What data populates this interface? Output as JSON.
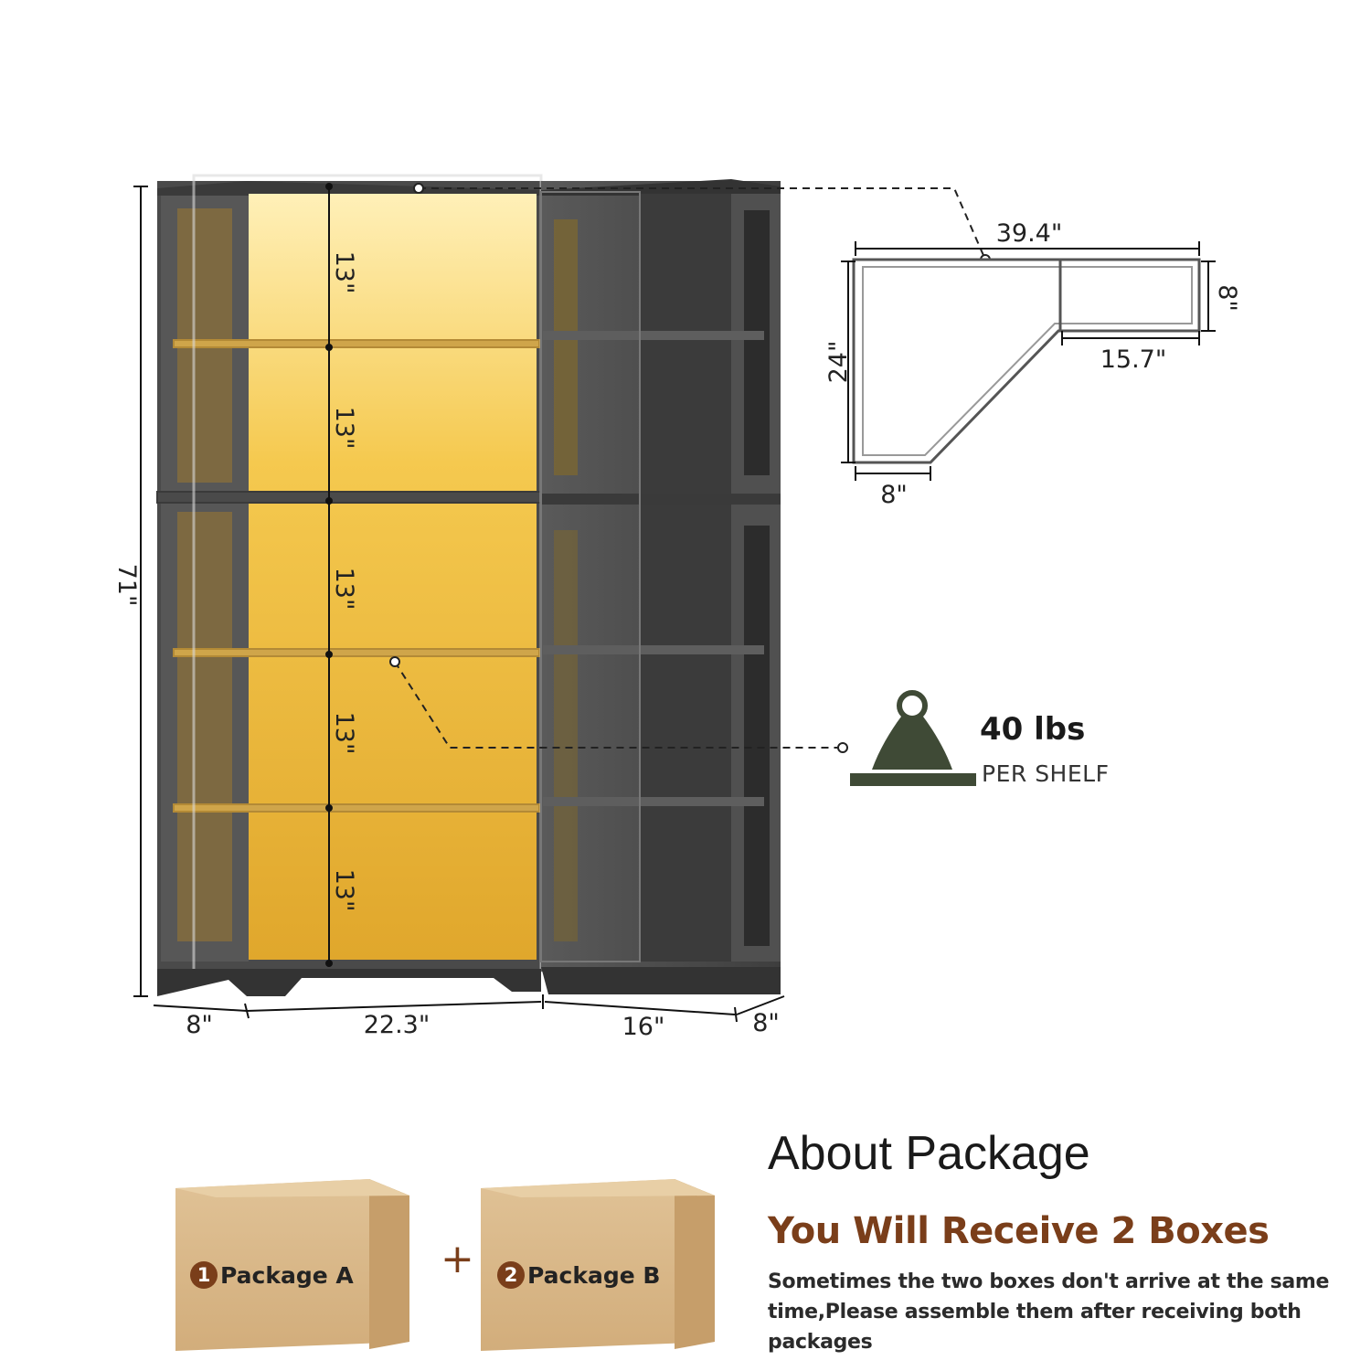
{
  "dimensions": {
    "total_height": "71\"",
    "shelf_height": "13\"",
    "base_left_side": "8\"",
    "base_front": "22.3\"",
    "base_right_front": "16\"",
    "base_right_side": "8\"",
    "top_total_width": "39.4\"",
    "top_right_depth": "8\"",
    "top_right_inner": "15.7\"",
    "top_left_depth": "24\"",
    "top_bottom_edge": "8\""
  },
  "weight": {
    "value": "40 lbs",
    "unit_label": "PER SHELF",
    "icon": "weight-icon"
  },
  "package": {
    "title": "About Package",
    "subtitle": "You Will Receive 2 Boxes",
    "note": "Sometimes the two boxes don't arrive at the same time,Please assemble them after receiving both packages",
    "plus": "+",
    "box_a": {
      "number": "1",
      "label": "Package A"
    },
    "box_b": {
      "number": "2",
      "label": "Package B"
    }
  },
  "colors": {
    "cabinet_frame": "#4a4a4a",
    "cabinet_light": "#f2c24a",
    "accent_brown": "#7a3e1a",
    "box_cardboard": "#d9b98b",
    "weight_icon": "#3f4a36"
  }
}
